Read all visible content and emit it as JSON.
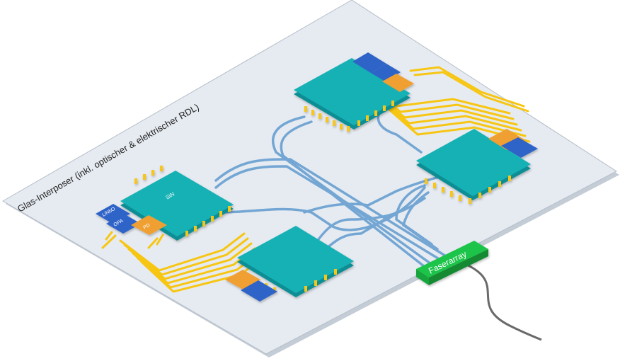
{
  "labels": {
    "board": "Glas-Interposer (inkl. optischer & elektrischer RDL)",
    "sin": "SiN",
    "linbo": "LiNbO",
    "opa": "OPA",
    "pd": "PD",
    "faserarray": "Faserarray"
  },
  "colors": {
    "board": "#e6ebf1",
    "board_edge": "#b5bdc8",
    "chip": "#12a0a8",
    "chip_top": "#18b1b5",
    "pad": "#f7c613",
    "pad_dark": "#c99400",
    "waveguide": "#6ea3d3",
    "laser_blue": "#2f63c8",
    "amp_orange": "#f0a032",
    "fiber_block": "#1ec44a",
    "fiber": "#6a6a6a"
  },
  "icons": [
    "glass-interposer",
    "photonic-chip",
    "fiber-array",
    "optical-fiber"
  ]
}
